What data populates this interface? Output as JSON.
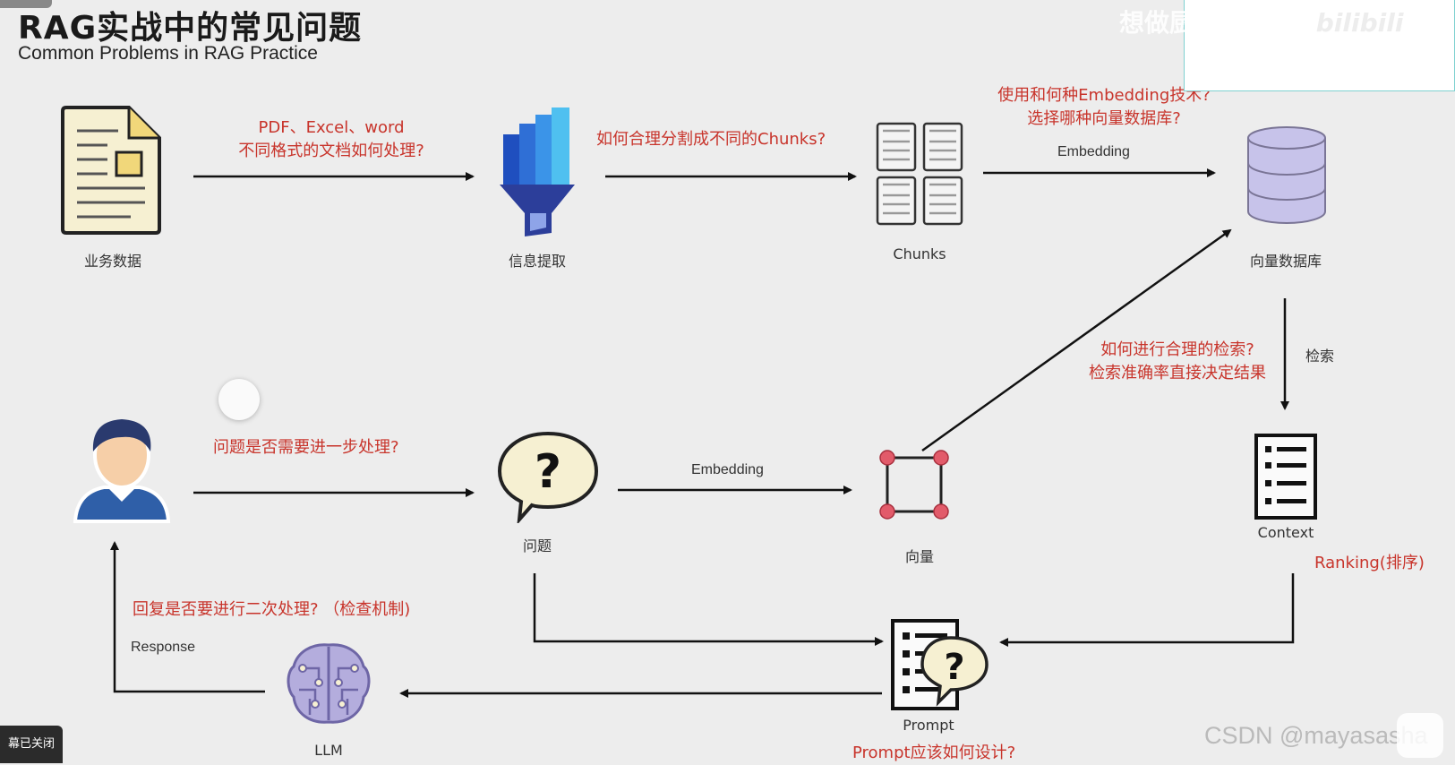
{
  "header": {
    "title": "RAG实战中的常见问题",
    "subtitle": "Common Problems in RAG Practice"
  },
  "nodes": {
    "business_data": "业务数据",
    "info_extract": "信息提取",
    "chunks": "Chunks",
    "vector_db": "向量数据库",
    "question": "问题",
    "vector": "向量",
    "context": "Context",
    "prompt": "Prompt",
    "llm": "LLM"
  },
  "questions": {
    "doc_formats_1": "PDF、Excel、word",
    "doc_formats_2": "不同格式的文档如何处理?",
    "chunking": "如何合理分割成不同的Chunks?",
    "embedding_1": "使用和何种Embedding技术?",
    "embedding_2": "选择哪种向量数据库?",
    "retrieval_1": "如何进行合理的检索?",
    "retrieval_2": "检索准确率直接决定结果",
    "query_process": "问题是否需要进一步处理?",
    "ranking": "Ranking(排序)",
    "response_check": "回复是否要进行二次处理? （检查机制)",
    "prompt_design": "Prompt应该如何设计?"
  },
  "edges": {
    "embedding_top": "Embedding",
    "embedding_mid": "Embedding",
    "search": "检索",
    "response": "Response"
  },
  "overlays": {
    "watermark": "想做厨师的程序",
    "bili_logo": "bilibili",
    "csdn": "CSDN @mayasasha",
    "subtitle_off": "幕已关闭"
  },
  "colors": {
    "question_red": "#c8342b",
    "arrow": "#111111",
    "db_purple": "#bdb9e6",
    "funnel_blue": "#2f6fd6",
    "brain_purple": "#8f86c9"
  }
}
